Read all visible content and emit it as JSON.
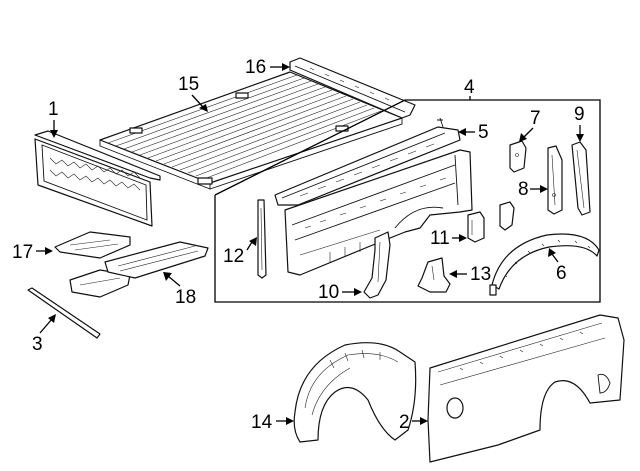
{
  "callouts": {
    "c1": "1",
    "c2": "2",
    "c3": "3",
    "c4": "4",
    "c5": "5",
    "c6": "6",
    "c7": "7",
    "c8": "8",
    "c9": "9",
    "c10": "10",
    "c11": "11",
    "c12": "12",
    "c13": "13",
    "c14": "14",
    "c15": "15",
    "c16": "16",
    "c17": "17",
    "c18": "18"
  },
  "colors": {
    "line": "#111111",
    "background": "#ffffff"
  }
}
